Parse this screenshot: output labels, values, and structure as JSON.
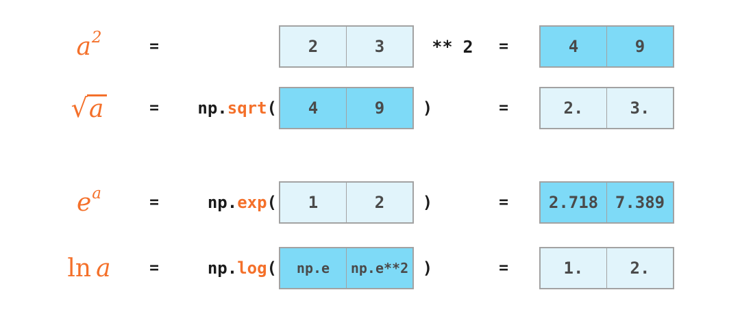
{
  "colors": {
    "accent_orange": "#F4702A",
    "light_cell": "#E1F4FB",
    "dark_cell": "#7EDAF7",
    "box_border": "#A2A2A2",
    "code_text": "#1B1B1B",
    "cell_text": "#4A4A4A",
    "background": "#FFFFFF"
  },
  "rows": [
    {
      "id": "square",
      "symbol": {
        "base": "a",
        "sup": "2"
      },
      "eq_left": "=",
      "input": {
        "variant": "light",
        "cells": [
          "2",
          "3"
        ]
      },
      "operator": "** 2",
      "eq_right": "=",
      "output": {
        "variant": "dark",
        "cells": [
          "4",
          "9"
        ]
      }
    },
    {
      "id": "sqrt",
      "symbol": {
        "radical": "√",
        "radicand": "a"
      },
      "eq_left": "=",
      "call": {
        "module": "np.",
        "fn": "sqrt",
        "open": "("
      },
      "input": {
        "variant": "dark",
        "cells": [
          "4",
          "9"
        ]
      },
      "close": ")",
      "eq_right": "=",
      "output": {
        "variant": "light",
        "cells": [
          "2.",
          "3."
        ]
      }
    },
    {
      "id": "exp",
      "symbol": {
        "base": "e",
        "sup": "a"
      },
      "eq_left": "=",
      "call": {
        "module": "np.",
        "fn": "exp",
        "open": "("
      },
      "input": {
        "variant": "light",
        "cells": [
          "1",
          "2"
        ]
      },
      "close": ")",
      "eq_right": "=",
      "output": {
        "variant": "dark",
        "cells": [
          "2.718",
          "7.389"
        ]
      }
    },
    {
      "id": "log",
      "symbol": {
        "fn": "ln",
        "base": "a"
      },
      "eq_left": "=",
      "call": {
        "module": "np.",
        "fn": "log",
        "open": "("
      },
      "input": {
        "variant": "dark",
        "cells": [
          "np.e",
          "np.e**2"
        ]
      },
      "close": ")",
      "eq_right": "=",
      "output": {
        "variant": "light",
        "cells": [
          "1.",
          "2."
        ]
      }
    }
  ]
}
